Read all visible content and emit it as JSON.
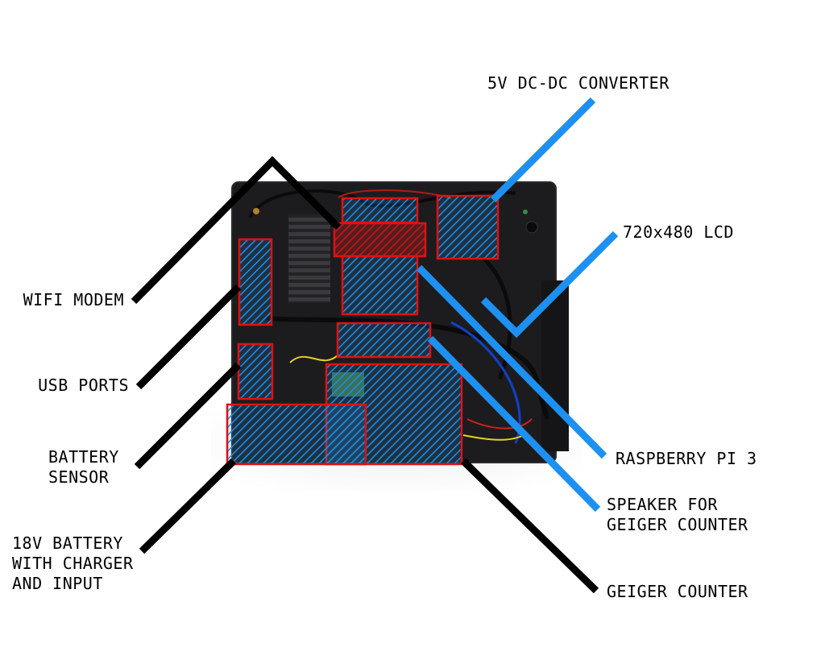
{
  "colors": {
    "background": "#ffffff",
    "device_body": "#1c1c1e",
    "device_edge": "#2b2b2e",
    "highlight_outline": "#e01010",
    "highlight_fill": "#1f8fe8",
    "highlight_fill_alt": "#d01818",
    "leader_black": "#000000",
    "leader_blue": "#1e90f0"
  },
  "labels": {
    "wifi_modem": "WIFI MODEM",
    "usb_ports": "USB PORTS",
    "battery_sensor": [
      "BATTERY",
      "SENSOR"
    ],
    "battery": [
      "18V BATTERY",
      "WITH CHARGER",
      "AND INPUT"
    ],
    "dc_converter": "5V DC-DC CONVERTER",
    "lcd": "720x480 LCD",
    "raspberry_pi": "RASPBERRY PI 3",
    "speaker": [
      "SPEAKER FOR",
      "GEIGER COUNTER"
    ],
    "geiger_counter": "GEIGER COUNTER"
  },
  "components": [
    {
      "id": "wifi-modem",
      "label_key": "wifi_modem",
      "leader": "black"
    },
    {
      "id": "usb-ports",
      "label_key": "usb_ports",
      "leader": "black"
    },
    {
      "id": "battery-sensor",
      "label_key": "battery_sensor",
      "leader": "black"
    },
    {
      "id": "battery",
      "label_key": "battery",
      "leader": "black"
    },
    {
      "id": "dc-converter",
      "label_key": "dc_converter",
      "leader": "blue"
    },
    {
      "id": "lcd",
      "label_key": "lcd",
      "leader": "blue"
    },
    {
      "id": "raspberry-pi",
      "label_key": "raspberry_pi",
      "leader": "blue"
    },
    {
      "id": "speaker",
      "label_key": "speaker",
      "leader": "blue"
    },
    {
      "id": "geiger-counter",
      "label_key": "geiger_counter",
      "leader": "black"
    }
  ]
}
